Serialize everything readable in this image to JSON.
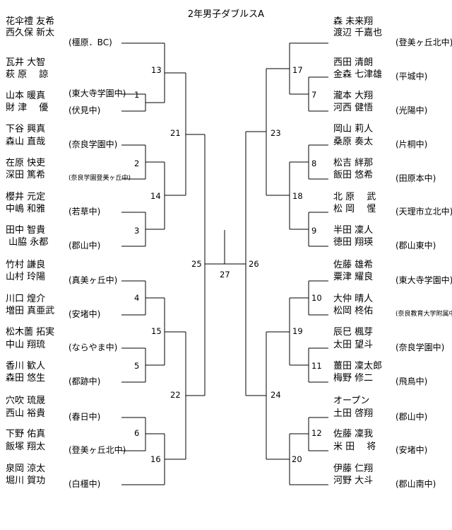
{
  "title": "2年男子ダブルスA",
  "left_entries": [
    {
      "p1": "花伞禮 友希",
      "p2": "西久保 新太",
      "school": "(橿原．BC)"
    },
    {
      "p1": "瓦井 大智",
      "p2": "萩 原　 諒",
      "school": "(東大寺学園中)"
    },
    {
      "p1": "山本 暖真",
      "p2": "財 津　 優",
      "school": "(伏見中)"
    },
    {
      "p1": "下谷 興真",
      "p2": "森山 直哉",
      "school": "(奈良学園中)"
    },
    {
      "p1": "在原 快吏",
      "p2": "深田 篤希",
      "school": "(奈良学園登美ヶ丘中)"
    },
    {
      "p1": "櫻井 元定",
      "p2": "中嶋 和雅",
      "school": "(若草中)"
    },
    {
      "p1": "田中 智貴",
      "p2": " 山脇 永都",
      "school": "(郡山中)"
    },
    {
      "p1": "竹村 謙良",
      "p2": "山村 玲陽",
      "school": "(真美ヶ丘中)"
    },
    {
      "p1": "川口 煌介",
      "p2": "増田 真亜武",
      "school": "(安堵中)"
    },
    {
      "p1": "松木薗 拓実",
      "p2": "中山 翔琉",
      "school": "(ならやま中)"
    },
    {
      "p1": "香川 歓人",
      "p2": "森田 悠生",
      "school": "(都跡中)"
    },
    {
      "p1": "穴吹 琉晟",
      "p2": "西山 裕貴",
      "school": "(春日中)"
    },
    {
      "p1": "下野 佑真",
      "p2": "飯塚 翔太",
      "school": "(登美ヶ丘北中)"
    },
    {
      "p1": "泉岡 涼太",
      "p2": "堀川 賀功",
      "school": "(白橿中)"
    }
  ],
  "right_entries": [
    {
      "p1": "森 未来翔",
      "p2": "渡辺 千嘉也",
      "school": "(登美ヶ丘北中)"
    },
    {
      "p1": "西田 清朗",
      "p2": "金森 七津雄",
      "school": "(平城中)"
    },
    {
      "p1": "瀧本 大翔",
      "p2": "河西 健悟",
      "school": "(光陽中)"
    },
    {
      "p1": "岡山 莉人",
      "p2": "桑原 奏太",
      "school": "(片桐中)"
    },
    {
      "p1": "松吉 絆那",
      "p2": "飯田 悠希",
      "school": "(田原本中)"
    },
    {
      "p1": "北 原　 武",
      "p2": "松 岡　 惺",
      "school": "(天理市立北中)"
    },
    {
      "p1": "半田 凜人",
      "p2": "徳田 翔瑛",
      "school": "(郡山東中)"
    },
    {
      "p1": "佐藤 雄希",
      "p2": "粟津 耀良",
      "school": "(東大寺学園中)"
    },
    {
      "p1": "大仲 晴人",
      "p2": "松岡 柊佑",
      "school": "(奈良教育大学附属中)"
    },
    {
      "p1": "辰巳 楓芽",
      "p2": "太田 望斗",
      "school": "(奈良学園中)"
    },
    {
      "p1": "薑田 凜太郎",
      "p2": "梅野 修二",
      "school": "(飛鳥中)"
    },
    {
      "p1": "オープン",
      "p2": "土田 啓翔",
      "school": "(郡山中)"
    },
    {
      "p1": "佐藤 凜我",
      "p2": "米 田　 将",
      "school": "(安堵中)"
    },
    {
      "p1": "伊藤 仁翔",
      "p2": "河野 大斗",
      "school": "(郡山南中)"
    }
  ],
  "match_numbers": {
    "m1": "1",
    "m2": "2",
    "m3": "3",
    "m4": "4",
    "m5": "5",
    "m6": "6",
    "m7": "7",
    "m8": "8",
    "m9": "9",
    "m10": "10",
    "m11": "11",
    "m12": "12",
    "m13": "13",
    "m14": "14",
    "m15": "15",
    "m16": "16",
    "m17": "17",
    "m18": "18",
    "m19": "19",
    "m20": "20",
    "m21": "21",
    "m22": "22",
    "m23": "23",
    "m24": "24",
    "m25": "25",
    "m26": "26",
    "m27": "27"
  }
}
